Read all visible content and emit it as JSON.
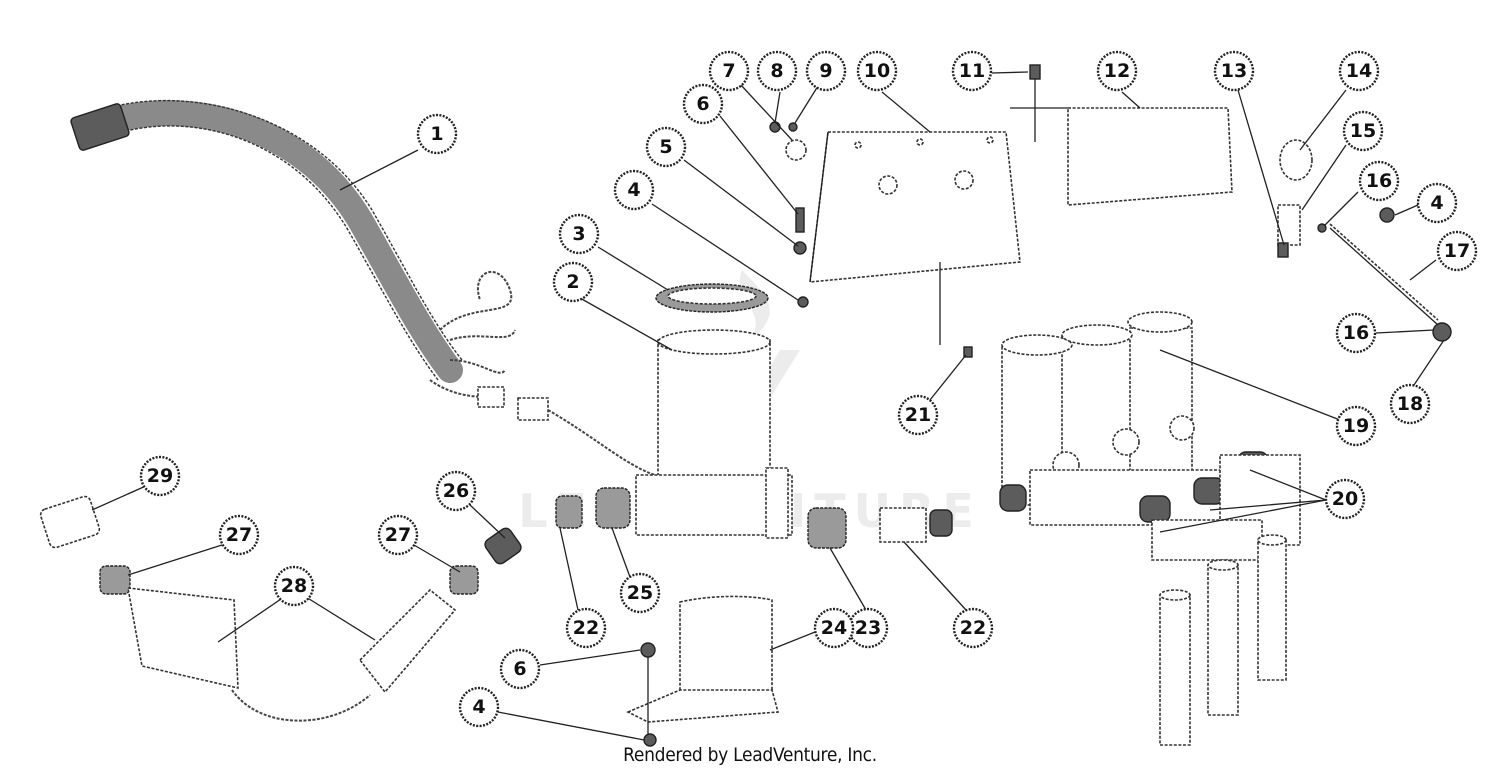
{
  "watermark": {
    "text": "LEADVENTURE"
  },
  "credit": "Rendered by LeadVenture, Inc.",
  "callouts": [
    "1",
    "2",
    "3",
    "4",
    "5",
    "6",
    "7",
    "8",
    "9",
    "10",
    "11",
    "12",
    "13",
    "14",
    "15",
    "16",
    "4",
    "17",
    "16",
    "18",
    "19",
    "20",
    "21",
    "22",
    "23",
    "22",
    "24",
    "6",
    "4",
    "25",
    "26",
    "27",
    "27",
    "28",
    "29"
  ]
}
